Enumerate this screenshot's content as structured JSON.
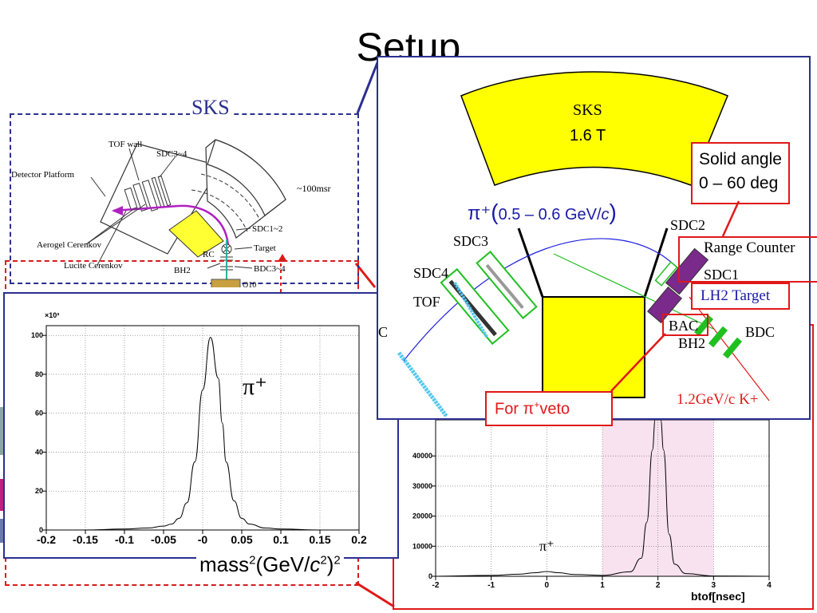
{
  "slide": {
    "title": "Setup"
  },
  "sks_inset": {
    "heading": "SKS",
    "labels": {
      "tof_wall": "TOF wall",
      "sdc34": "SDC3~4",
      "detector_platform": "Detector Platform",
      "msr": "~100msr",
      "sdc12": "SDC1~2",
      "target": "Target",
      "rc": "RC",
      "aerogel": "Aerogel Cerenkov",
      "lucite": "Lucite Cerenkov",
      "bh2": "BH2",
      "bdc34": "BDC3~4",
      "q10": "Q10"
    }
  },
  "detail": {
    "sks": "SKS",
    "field": "1.6 T",
    "solid_angle_line1": "Solid angle",
    "solid_angle_line2": "0 – 60 deg",
    "pion_symbol": "π⁺",
    "pion_open": "(",
    "pion_range": "0.5 – 0.6 GeV/",
    "pion_c": "c",
    "pion_close": ")",
    "sdc2": "SDC2",
    "sdc3": "SDC3",
    "sdc4": "SDC4",
    "tof": "TOF",
    "range_counter": "Range Counter",
    "sdc1": "SDC1",
    "lh2_target": "LH2 Target",
    "bac": "BAC",
    "bh2": "BH2",
    "bdc": "BDC",
    "beam": "1.2GeV/c K+",
    "left_cut": "C",
    "for_veto_prefix": "For π",
    "for_veto_sup": "+",
    "for_veto_suffix": "veto"
  },
  "mass_axis": {
    "prefix": "mass",
    "sup1": "2",
    "mid": "(GeV/",
    "c": "c",
    "sup2": "2",
    "close": ")",
    "sup3": "2"
  },
  "colors": {
    "frame_blue": "#2b2f8f",
    "frame_red": "#e01818",
    "magnet_yellow": "#ffff00",
    "pion_blue": "#1a1aa8",
    "beam_red": "#e01818",
    "band_pink": "#f8e2ef"
  },
  "chart_data": [
    {
      "type": "line",
      "exponent_label": "×10³",
      "annotation": "π⁺",
      "xlabel": "mass²(GeV/c²)²",
      "xlim": [
        -0.2,
        0.2
      ],
      "ylim": [
        0,
        105
      ],
      "x_ticks": [
        "-0.2",
        "-0.15",
        "-0.1",
        "-0.05",
        "-0",
        "0.05",
        "0.1",
        "0.15",
        "0.2"
      ],
      "y_ticks": [
        "0",
        "20",
        "40",
        "60",
        "80",
        "100"
      ],
      "grid": true,
      "x": [
        -0.2,
        -0.15,
        -0.1,
        -0.07,
        -0.05,
        -0.04,
        -0.03,
        -0.02,
        -0.01,
        0.0,
        0.01,
        0.02,
        0.025,
        0.03,
        0.04,
        0.05,
        0.06,
        0.08,
        0.1,
        0.15,
        0.2
      ],
      "y": [
        0,
        0,
        0.5,
        1,
        2,
        3,
        6,
        14,
        35,
        72,
        99,
        78,
        55,
        35,
        15,
        6,
        3,
        1,
        0.5,
        0,
        0
      ]
    },
    {
      "type": "line",
      "annotation": "π⁺",
      "xlabel": "btof[nsec]",
      "xlim": [
        -2,
        4
      ],
      "ylim": [
        0,
        52000
      ],
      "x_ticks": [
        "-2",
        "-1",
        "0",
        "1",
        "2",
        "3",
        "4"
      ],
      "y_ticks": [
        "0",
        "10000",
        "20000",
        "30000",
        "40000"
      ],
      "grid": true,
      "highlight_band": [
        1,
        3
      ],
      "x": [
        -2,
        -1,
        -0.5,
        -0.2,
        0.0,
        0.2,
        0.5,
        1.0,
        1.5,
        1.7,
        1.8,
        1.9,
        1.95,
        2.0,
        2.05,
        2.1,
        2.2,
        2.3,
        2.5,
        3.0,
        4.0
      ],
      "y": [
        0,
        300,
        700,
        1200,
        1600,
        1200,
        600,
        300,
        1500,
        6000,
        18000,
        42000,
        52000,
        52000,
        52000,
        42000,
        14000,
        4000,
        900,
        100,
        0
      ]
    }
  ]
}
